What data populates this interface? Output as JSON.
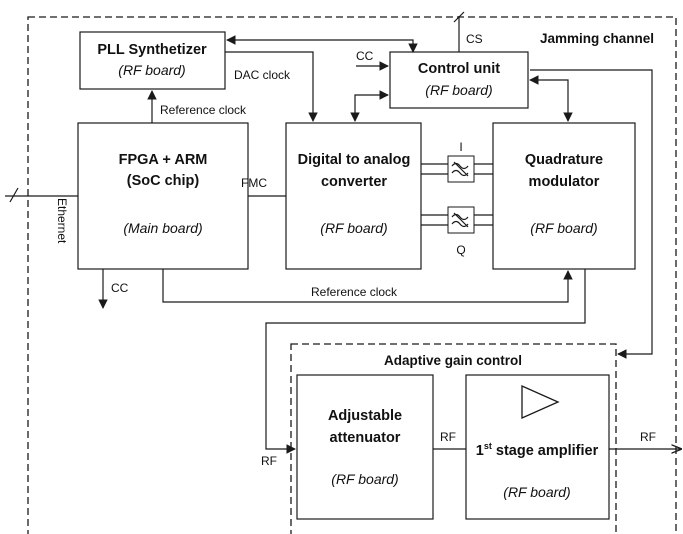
{
  "sections": {
    "jamming_channel": "Jamming channel",
    "adaptive_gain_control": "Adaptive gain control"
  },
  "blocks": {
    "pll": {
      "title": "PLL Synthetizer",
      "subtitle": "(RF board)"
    },
    "control": {
      "title": "Control unit",
      "subtitle": "(RF board)"
    },
    "fpga": {
      "title_line1": "FPGA + ARM",
      "title_line2": "(SoC chip)",
      "subtitle": "(Main board)"
    },
    "dac": {
      "title_line1": "Digital to analog",
      "title_line2": "converter",
      "subtitle": "(RF board)"
    },
    "modulator": {
      "title_line1": "Quadrature",
      "title_line2": "modulator",
      "subtitle": "(RF board)"
    },
    "attenuator": {
      "title_line1": "Adjustable",
      "title_line2": "attenuator",
      "subtitle": "(RF board)"
    },
    "amplifier": {
      "title_num": "1",
      "title_sup": "st",
      "title_rest": " stage amplifier",
      "subtitle": "(RF board)"
    }
  },
  "labels": {
    "dac_clock": "DAC clock",
    "reference_clock_top": "Reference clock",
    "reference_clock_bottom": "Reference clock",
    "fmc": "FMC",
    "ethernet": "Ethernet",
    "cc_control": "CC",
    "cc_fpga": "CC",
    "cs": "CS",
    "i_channel": "I",
    "q_channel": "Q",
    "rf_input": "RF",
    "rf_between": "RF",
    "rf_output": "RF"
  }
}
